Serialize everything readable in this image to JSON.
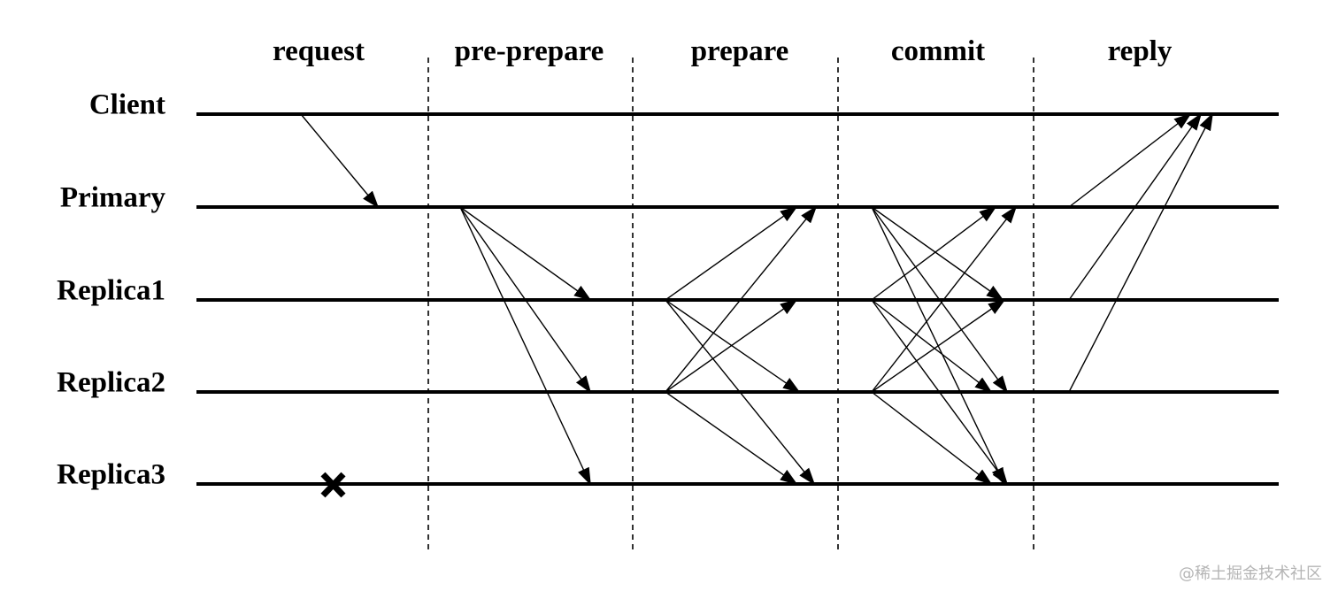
{
  "phases": [
    "request",
    "pre-prepare",
    "prepare",
    "commit",
    "reply"
  ],
  "nodes": [
    "Client",
    "Primary",
    "Replica1",
    "Replica2",
    "Replica3"
  ],
  "failed_node": "Replica3",
  "failure_marker": "x-mark",
  "messages": {
    "request": [
      [
        "Client",
        "Primary"
      ]
    ],
    "pre-prepare": [
      [
        "Primary",
        "Replica1"
      ],
      [
        "Primary",
        "Replica2"
      ],
      [
        "Primary",
        "Replica3"
      ]
    ],
    "prepare": [
      [
        "Replica1",
        "Primary"
      ],
      [
        "Replica1",
        "Replica2"
      ],
      [
        "Replica1",
        "Replica3"
      ],
      [
        "Replica2",
        "Primary"
      ],
      [
        "Replica2",
        "Replica1"
      ],
      [
        "Replica2",
        "Replica3"
      ]
    ],
    "commit": [
      [
        "Primary",
        "Replica1"
      ],
      [
        "Primary",
        "Replica2"
      ],
      [
        "Primary",
        "Replica3"
      ],
      [
        "Replica1",
        "Primary"
      ],
      [
        "Replica1",
        "Replica2"
      ],
      [
        "Replica1",
        "Replica3"
      ],
      [
        "Replica2",
        "Primary"
      ],
      [
        "Replica2",
        "Replica1"
      ],
      [
        "Replica2",
        "Replica3"
      ]
    ],
    "reply": [
      [
        "Primary",
        "Client"
      ],
      [
        "Replica1",
        "Client"
      ],
      [
        "Replica2",
        "Client"
      ]
    ]
  },
  "watermark": "@稀土掘金技术社区"
}
